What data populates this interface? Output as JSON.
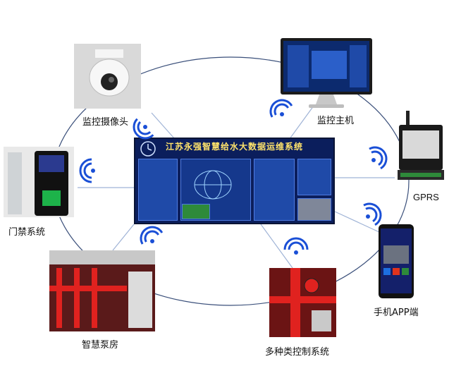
{
  "diagram": {
    "wall_title": "江苏永强智慧给水大数据运维系统",
    "nodes": {
      "camera": "监控摄像头",
      "host": "监控主机",
      "gprs": "GPRS",
      "access": "门禁系统",
      "app": "手机APP端",
      "pump": "智慧泵房",
      "control": "多种类控制系统"
    },
    "colors": {
      "ring": "#3a4f7a",
      "link": "#9fb3d6",
      "wifi": "#1a4fd6",
      "wall_bg": "#0b1e5c",
      "title": "#ffe36b"
    }
  }
}
